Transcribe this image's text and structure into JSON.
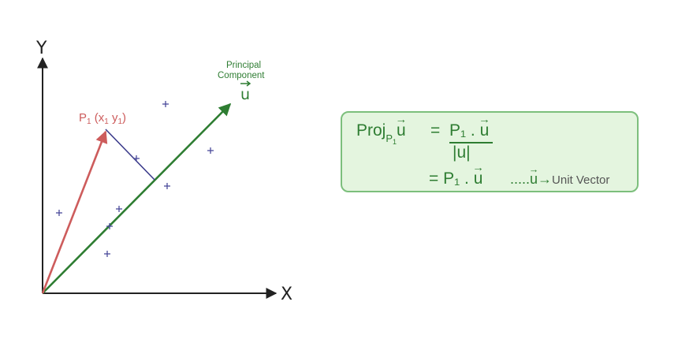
{
  "diagram": {
    "y_axis_label": "Y",
    "x_axis_label": "X",
    "pc_label_line1": "Principal",
    "pc_label_line2": "Component",
    "pc_vector_symbol": "u",
    "point_label_main": "P",
    "point_label_sub": "1",
    "point_label_coords_open": " (x",
    "point_label_coords_mid": " y",
    "point_label_coords_close": ")",
    "colors": {
      "axes": "#222222",
      "principal_component": "#2e7d32",
      "point_vector": "#cd5c5c",
      "projection_line": "#3a3a8a",
      "points": "#4a4a9a"
    },
    "icons": [
      "arrow-head-icon",
      "plus-marker-icon"
    ]
  },
  "formula": {
    "proj": "Proj",
    "proj_sub": "P",
    "proj_subsub": "1",
    "vec_u": "u",
    "equals": "=",
    "numerator": "P₁ . ",
    "denominator": "|u|",
    "line2": "= P₁ . ",
    "note_dots": ".....",
    "note_arrow": "→",
    "note_text": "Unit Vector",
    "colors": {
      "text": "#2e7d32",
      "box_fill": "#e4f5df",
      "box_border": "#7cbf7c"
    }
  }
}
